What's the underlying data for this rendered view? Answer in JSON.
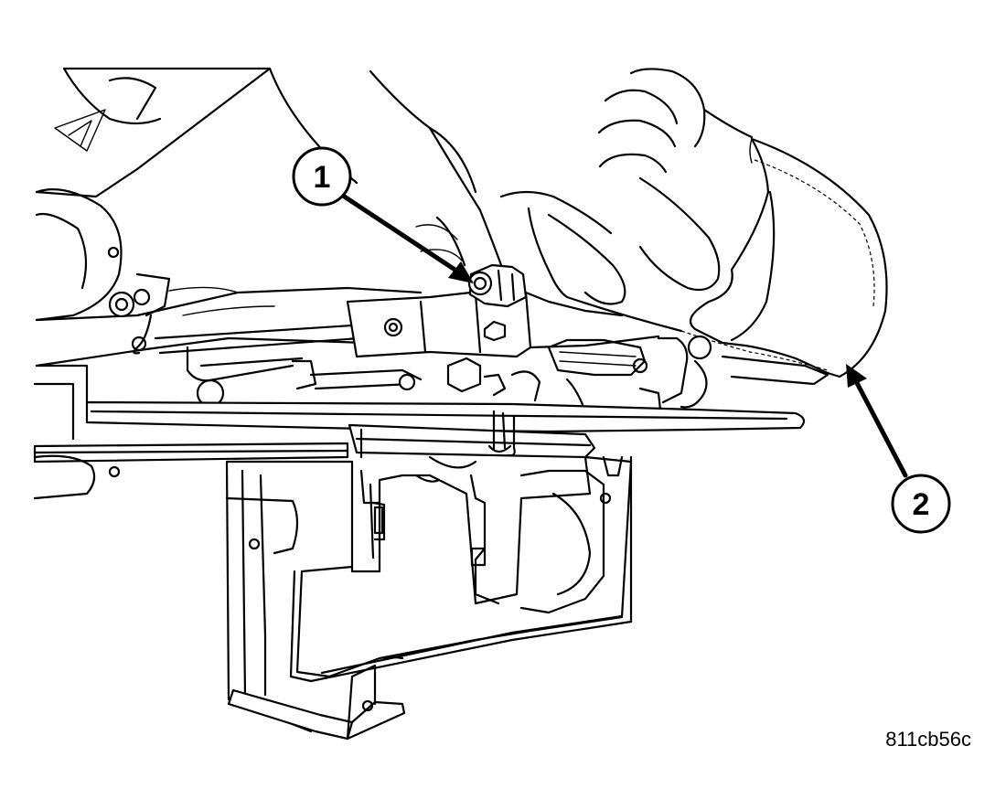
{
  "diagram": {
    "callouts": [
      {
        "id": "callout-1",
        "label": "1"
      },
      {
        "id": "callout-2",
        "label": "2"
      }
    ],
    "figure_id": "811cb56c"
  }
}
